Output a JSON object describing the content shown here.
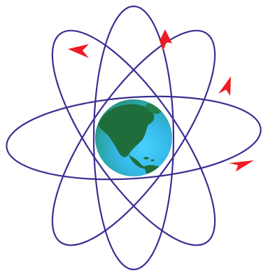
{
  "illustration": {
    "subject": "globe-with-orbits",
    "colors": {
      "orbit": "#3a2f93",
      "arrow": "#ee1c24",
      "ocean_light": "#35b8e8",
      "ocean_mid": "#2aa3a0",
      "ocean_dark": "#1d7c58",
      "land": "#1f6d3a",
      "background": "#ffffff"
    },
    "orbit_count": 4,
    "arrow_count": 4
  }
}
